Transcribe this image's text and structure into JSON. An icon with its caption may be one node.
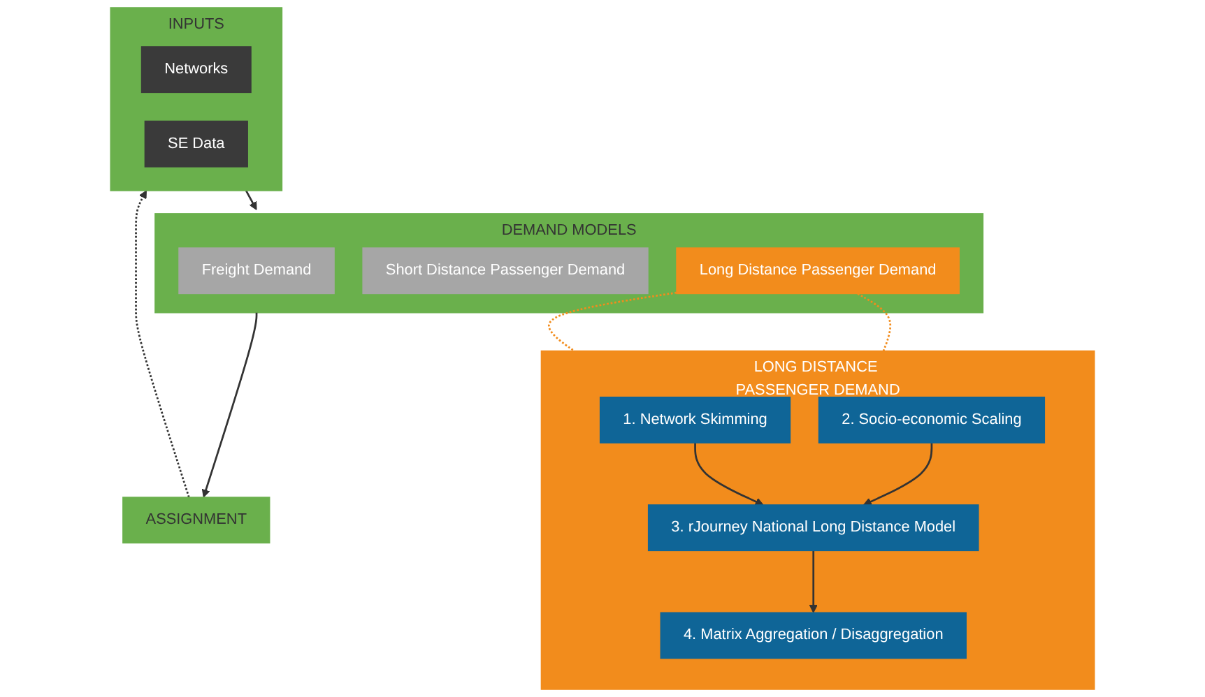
{
  "diagram": {
    "nodes": [
      {
        "text": [
          "INPUTS"
        ]
      },
      {
        "text": [
          "Networks"
        ],
        "in": 0
      },
      {
        "text": [
          "SE Data"
        ],
        "in": 0
      },
      {
        "text": [
          "DEMAND MODELS"
        ]
      },
      {
        "text": [
          "Freight Demand"
        ],
        "in": 3
      },
      {
        "text": [
          "Short Distance Passenger Demand"
        ],
        "in": 3
      },
      {
        "text": [
          "Long Distance Passenger Demand"
        ],
        "in": 3
      },
      {
        "text": [
          "ASSIGNMENT"
        ]
      },
      {
        "text": [
          "LONG DISTANCE PASSENGER DEMAND"
        ]
      },
      {
        "text": [
          "1. Network Skimming"
        ],
        "in": 8
      },
      {
        "text": [
          "2. Socio-economic Scaling"
        ],
        "in": 8
      },
      {
        "text": [
          "3. rJourney National Long Distance Model"
        ],
        "in": 8
      },
      {
        "text": [
          "4. Matrix Aggregation / Disaggregation"
        ],
        "in": 8
      }
    ],
    "edges": [
      {
        "from": 0,
        "to": 3,
        "arrow": "to"
      },
      {
        "from": 3,
        "to": 7,
        "arrow": "to"
      },
      {
        "from": 7,
        "to": 0,
        "arrow": "to",
        "style": "dashed"
      },
      {
        "from": 6,
        "to": 8,
        "arrow": "none",
        "style": "dashed",
        "color": "#f28c1c"
      },
      {
        "from": 6,
        "to": 8,
        "arrow": "none",
        "style": "dashed",
        "color": "#f28c1c"
      },
      {
        "from": 9,
        "to": 11,
        "arrow": "to"
      },
      {
        "from": 10,
        "to": 11,
        "arrow": "to"
      },
      {
        "from": 11,
        "to": 12,
        "arrow": "to"
      }
    ]
  }
}
